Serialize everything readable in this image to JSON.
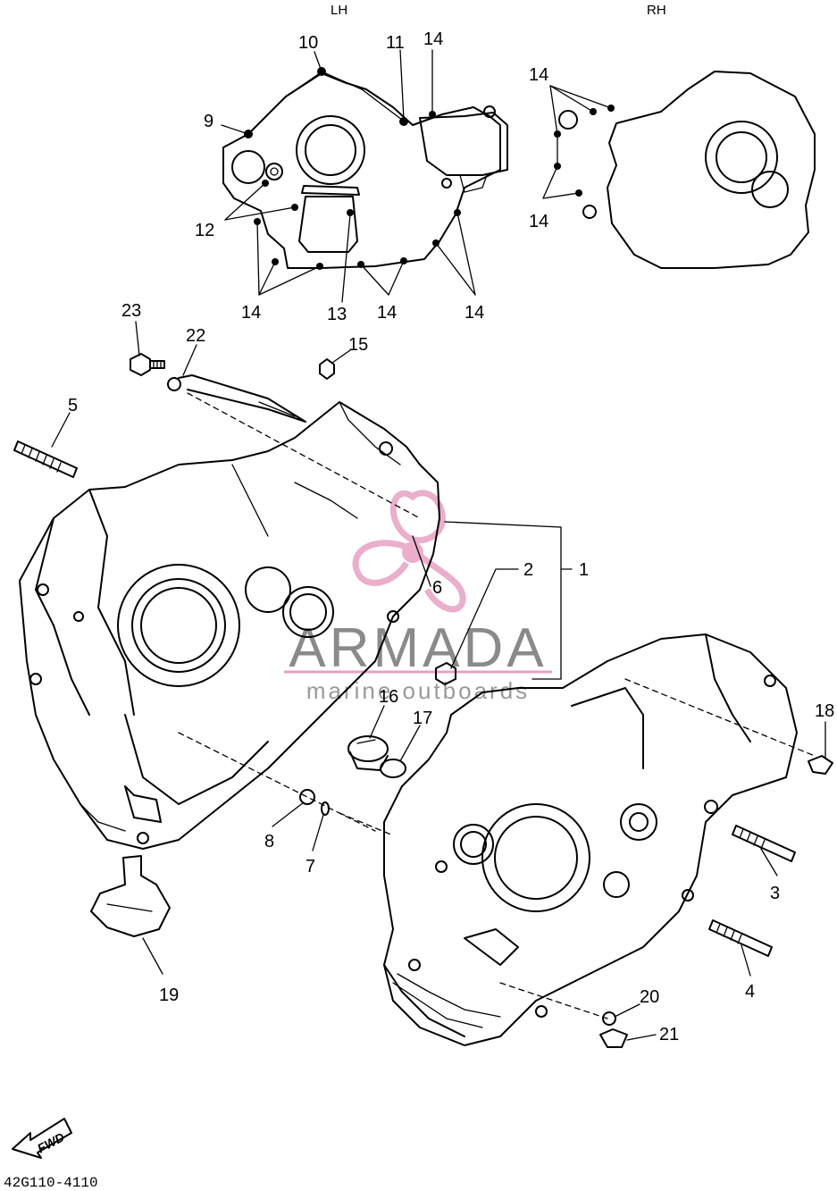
{
  "header": {
    "left_view": "LH",
    "right_view": "RH"
  },
  "callouts": [
    {
      "id": "c1",
      "text": "1"
    },
    {
      "id": "c2",
      "text": "2"
    },
    {
      "id": "c3",
      "text": "3"
    },
    {
      "id": "c4",
      "text": "4"
    },
    {
      "id": "c5",
      "text": "5"
    },
    {
      "id": "c6",
      "text": "6"
    },
    {
      "id": "c7",
      "text": "7"
    },
    {
      "id": "c8",
      "text": "8"
    },
    {
      "id": "c9",
      "text": "9"
    },
    {
      "id": "c10",
      "text": "10"
    },
    {
      "id": "c11",
      "text": "11"
    },
    {
      "id": "c12",
      "text": "12"
    },
    {
      "id": "c13",
      "text": "13"
    },
    {
      "id": "c14a",
      "text": "14"
    },
    {
      "id": "c14b",
      "text": "14"
    },
    {
      "id": "c14c",
      "text": "14"
    },
    {
      "id": "c14d",
      "text": "14"
    },
    {
      "id": "c14e",
      "text": "14"
    },
    {
      "id": "c14f",
      "text": "14"
    },
    {
      "id": "c15",
      "text": "15"
    },
    {
      "id": "c16",
      "text": "16"
    },
    {
      "id": "c17",
      "text": "17"
    },
    {
      "id": "c18",
      "text": "18"
    },
    {
      "id": "c19",
      "text": "19"
    },
    {
      "id": "c20",
      "text": "20"
    },
    {
      "id": "c21",
      "text": "21"
    },
    {
      "id": "c22",
      "text": "22"
    },
    {
      "id": "c23",
      "text": "23"
    }
  ],
  "forward_arrow": {
    "text": "FWD"
  },
  "part_code": "42G110-4110",
  "watermark": {
    "brand": "ARMADA",
    "tagline": "marine outboards",
    "logo_color": "#e8a0c4",
    "text_color": "#8a8a8a"
  },
  "ink_color": "#000000"
}
